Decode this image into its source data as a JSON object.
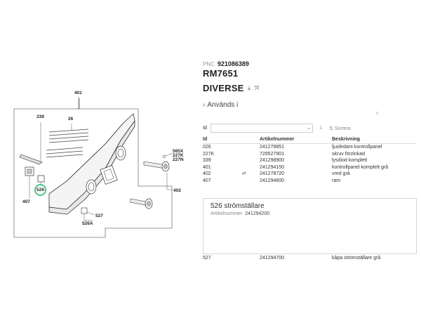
{
  "diagram": {
    "callouts": [
      {
        "num": "401"
      },
      {
        "num": "339"
      },
      {
        "num": "26"
      },
      {
        "num": "565X"
      },
      {
        "num": "227K"
      },
      {
        "num": "227N"
      },
      {
        "num": "402"
      },
      {
        "num": "407"
      },
      {
        "num": "526"
      },
      {
        "num": "527"
      },
      {
        "num": "526A"
      }
    ],
    "highlight_color": "#4cc28a"
  },
  "header": {
    "pnc_label": "PNC",
    "pnc_value": "921086389",
    "model": "RM7651",
    "category": "DIVERSE",
    "used_in": "Används i"
  },
  "filter": {
    "id_label": "Id",
    "sort_label": "Sortera"
  },
  "table": {
    "headers": {
      "id": "Id",
      "article": "Artikelnummer",
      "desc": "Beskrivning"
    },
    "rows": [
      {
        "id": "026",
        "article": "241278851",
        "desc": "ljusledare kontrollpanel",
        "swap": false
      },
      {
        "id": "227K",
        "article": "729527901",
        "desc": "skruv förzinkad",
        "swap": false
      },
      {
        "id": "339",
        "article": "241298900",
        "desc": "lysdiod komplett",
        "swap": false
      },
      {
        "id": "401",
        "article": "241294150",
        "desc": "kontrollpanel komplett grå",
        "swap": false
      },
      {
        "id": "402",
        "article": "241278720",
        "desc": "vred grå",
        "swap": true
      },
      {
        "id": "407",
        "article": "241294600",
        "desc": "ram",
        "swap": false
      }
    ]
  },
  "detail": {
    "title": "526  strömställare",
    "article_label": "Artikelnummer",
    "article_value": "241294200"
  },
  "last_row": {
    "id": "527",
    "article": "241294700",
    "desc": "kåpa strömställare grå"
  }
}
